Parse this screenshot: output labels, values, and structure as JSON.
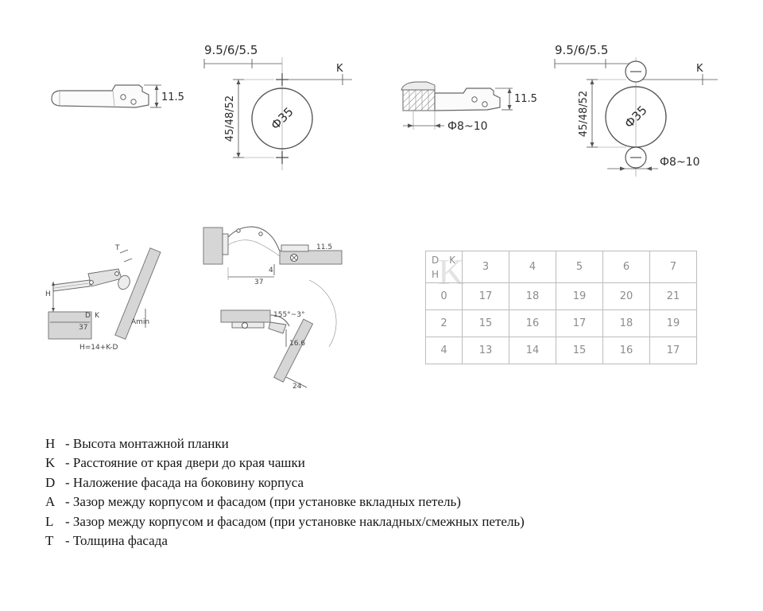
{
  "drill_left": {
    "top_dim": "9.5/6/5.5",
    "depth_dim": "45/48/52",
    "cup_dia": "Ф35",
    "k_label": "K"
  },
  "drill_right": {
    "top_dim": "9.5/6/5.5",
    "depth_dim": "45/48/52",
    "cup_dia": "Ф35",
    "k_label": "K",
    "screw_dia": "Ф8~10"
  },
  "side_left": {
    "height_dim": "11.5"
  },
  "side_right": {
    "height_dim": "11.5",
    "screw_dia": "Ф8~10"
  },
  "hinge_closed": {
    "t": "T",
    "h": "H",
    "d": "D",
    "k": "K",
    "dim37": "37",
    "amin": "Amin",
    "formula": "H=14+K-D"
  },
  "hinge_open": {
    "dim115": "11.5",
    "dim4": "4",
    "dim37": "37"
  },
  "hinge_angle": {
    "angle": "155°~3°",
    "dim166": "16.6",
    "dim24": "24"
  },
  "table": {
    "watermark": "K",
    "corner": {
      "d": "D",
      "k": "K",
      "h": "H"
    },
    "columns": [
      "3",
      "4",
      "5",
      "6",
      "7"
    ],
    "rows": [
      {
        "h": "0",
        "values": [
          "17",
          "18",
          "19",
          "20",
          "21"
        ]
      },
      {
        "h": "2",
        "values": [
          "15",
          "16",
          "17",
          "18",
          "19"
        ]
      },
      {
        "h": "4",
        "values": [
          "13",
          "14",
          "15",
          "16",
          "17"
        ]
      }
    ]
  },
  "legend": {
    "items": [
      {
        "key": "H",
        "desc": "- Высота монтажной планки"
      },
      {
        "key": "K",
        "desc": "- Расстояние от края двери до края чашки"
      },
      {
        "key": "D",
        "desc": "- Наложение фасада на боковину корпуса"
      },
      {
        "key": "A",
        "desc": "- Зазор между корпусом и фасадом (при установке вкладных петель)"
      },
      {
        "key": "L",
        "desc": "- Зазор между корпусом и фасадом (при установке накладных/смежных петель)"
      },
      {
        "key": "T",
        "desc": "- Толщина фасада"
      }
    ]
  }
}
